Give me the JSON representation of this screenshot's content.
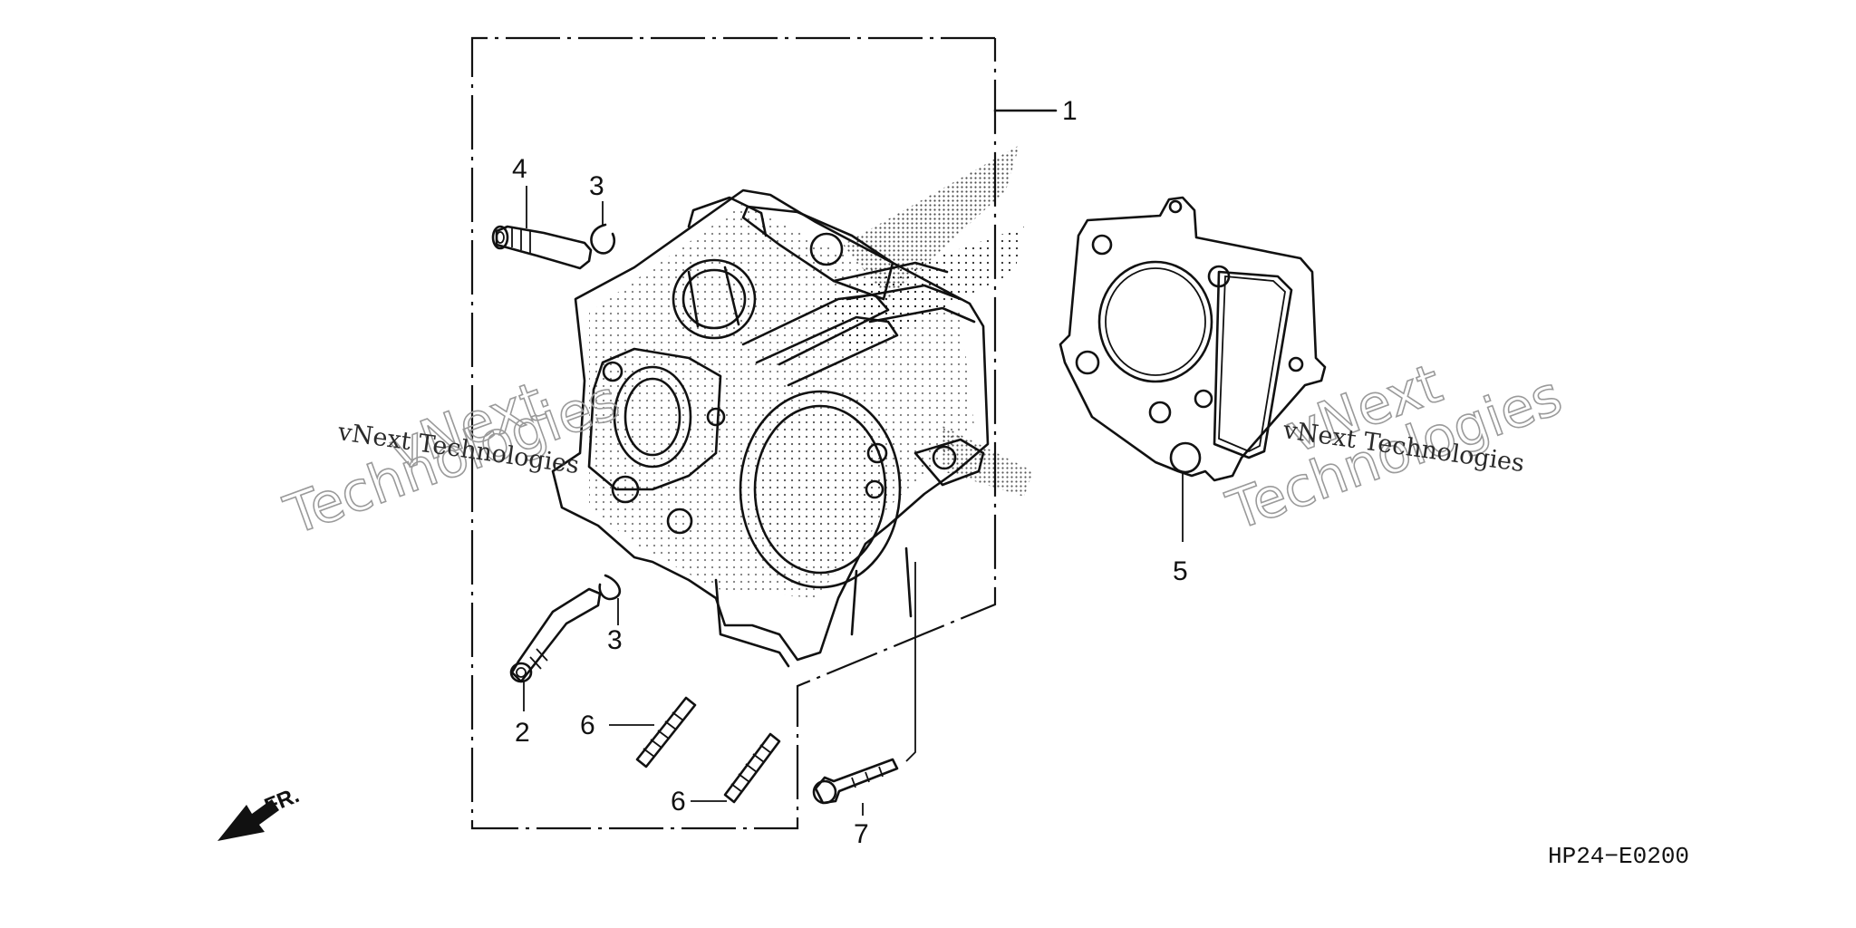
{
  "diagram_code": "HP24−E0200",
  "direction_label": "FR.",
  "callouts": {
    "c1": "1",
    "c2": "2",
    "c3a": "3",
    "c3b": "3",
    "c4": "4",
    "c5": "5",
    "c6a": "6",
    "c6b": "6",
    "c7": "7"
  },
  "watermarks": {
    "left_small": "vNext Technologies",
    "left_big_top": "vNext",
    "left_big_bottom": "Technologies",
    "right_small": "vNext Technologies",
    "right_big_top": "vNext",
    "right_big_bottom": "Technologies"
  }
}
